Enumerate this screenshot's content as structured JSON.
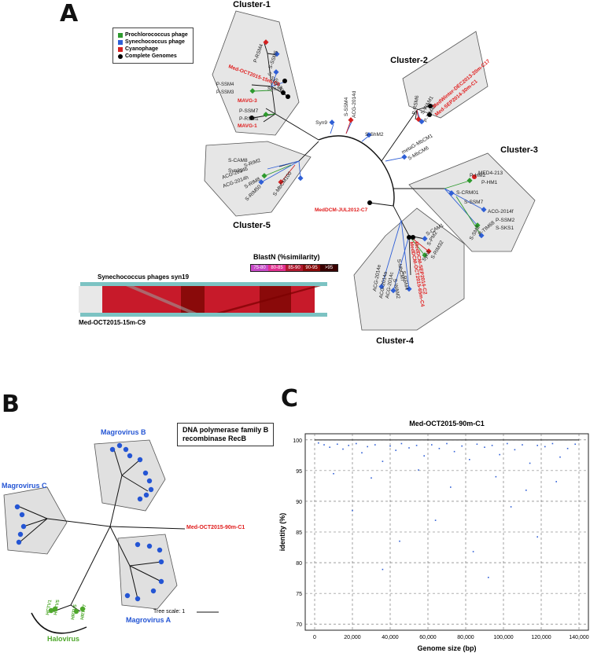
{
  "panels": {
    "a": "A",
    "b": "B",
    "c": "C"
  },
  "legend": {
    "items": [
      {
        "label": "Prochlorococcus phage",
        "color": "#2e9a2e",
        "shape": "square"
      },
      {
        "label": "Synechococcus phage",
        "color": "#2f5fd6",
        "shape": "square"
      },
      {
        "label": "Cyanophage",
        "color": "#d42020",
        "shape": "square"
      },
      {
        "label": "Complete Genomes",
        "color": "#000000",
        "shape": "circle"
      }
    ]
  },
  "clusters": {
    "c1": "Cluster-1",
    "c2": "Cluster-2",
    "c3": "Cluster-3",
    "c4": "Cluster-4",
    "c5": "Cluster-5"
  },
  "tree_a": {
    "c1_leaves": [
      "P-RSM4",
      "S-SSM5",
      "S-SM1",
      "Syn30",
      "Syn19",
      "Med-OCT2015-15m-C9",
      "P-SSM4",
      "P-SSM3",
      "MAVG-3",
      "P-SSM7",
      "P-RSM1",
      "MAVG-1"
    ],
    "c2_leaves": [
      "P-RSM6",
      "S-WAM1",
      "P-TIM40",
      "MedWinter-DEC2013-20m-C17",
      "Med-SEP2014-30m-C1"
    ],
    "c5_leaves": [
      "S-CAM8",
      "Syn33",
      "S-RIM2",
      "ACG-2014b",
      "ACG-2014h",
      "S-RIM8",
      "S-RIM50",
      "S-MbCM100"
    ],
    "c3_leaves": [
      "P-HM2",
      "MED4-213",
      "P-HM1",
      "S-CRM01",
      "S-SSM7",
      "ACG-2014f",
      "P-SSM2",
      "S-SKS1",
      "P-TIM68",
      "S-SM2"
    ],
    "c4_leaves": [
      "S-CAM1",
      "S-PM2",
      "Syn1",
      "S-RIM32",
      "MedDCM-OCT2015-65m-C4",
      "MedDCM-SEP2014-C2",
      "S-MbCM7",
      "S-RSM4",
      "S-WAM2",
      "ACG-2014e",
      "ACG-2014a",
      "ACG-2014c"
    ],
    "mid_leaves": [
      "Syn9",
      "S-SSM4",
      "ACG-2014d",
      "S-ShM2",
      "metaG-MbCM1",
      "S-MbCM6"
    ],
    "lone": "MedDCM-JUL2012-C7"
  },
  "blast": {
    "title": "BlastN (%similarity)",
    "bins": [
      {
        "label": "75-80",
        "color": "#c74ac7"
      },
      {
        "label": "80-85",
        "color": "#e0308f"
      },
      {
        "label": "85-90",
        "color": "#b01a30"
      },
      {
        "label": "90-95",
        "color": "#8a0a0a"
      },
      {
        "label": ">95",
        "color": "#3a0000"
      }
    ],
    "top_label": "Synechococcus phages syn19",
    "bottom_label": "Med-OCT2015-15m-C9"
  },
  "panel_b": {
    "box_line1": "DNA polymerase family B",
    "box_line2": "recombinase RecB",
    "groups": {
      "b": "Magrovirus B",
      "c": "Magrovirus C",
      "a": "Magrovirus A",
      "halo": "Halovirus"
    },
    "halo_leaves": [
      "HCTV1",
      "HCTV5",
      "HRTV5",
      "HRTV7"
    ],
    "query": "Med-OCT2015-90m-C1",
    "scale": "Tree scale: 1"
  },
  "panel_c": {
    "chart_data": {
      "type": "scatter",
      "title": "Med-OCT2015-90m-C1",
      "xlabel": "Genome size (bp)",
      "ylabel": "identity (%)",
      "xlim": [
        -5000,
        145000
      ],
      "ylim": [
        69,
        101
      ],
      "xticks": [
        "0",
        "20,000",
        "40,000",
        "60,000",
        "80,000",
        "100,000",
        "120,000",
        "140,000"
      ],
      "xtick_values": [
        0,
        20000,
        40000,
        60000,
        80000,
        100000,
        120000,
        140000
      ],
      "yticks": [
        70,
        75,
        80,
        85,
        90,
        95,
        100
      ],
      "grid": true,
      "series": [
        {
          "color": "#2f5fd6",
          "points": [
            [
              2000,
              99.5
            ],
            [
              5000,
              99.2
            ],
            [
              8000,
              98.8
            ],
            [
              12000,
              99.3
            ],
            [
              15000,
              98.5
            ],
            [
              18000,
              99.1
            ],
            [
              22000,
              99.4
            ],
            [
              25000,
              97.9
            ],
            [
              28000,
              98.9
            ],
            [
              32000,
              99.2
            ],
            [
              36000,
              96.5
            ],
            [
              40000,
              99.0
            ],
            [
              43000,
              98.3
            ],
            [
              46000,
              99.4
            ],
            [
              50000,
              98.7
            ],
            [
              54000,
              99.1
            ],
            [
              58000,
              97.4
            ],
            [
              62000,
              99.2
            ],
            [
              66000,
              98.6
            ],
            [
              70000,
              99.4
            ],
            [
              74000,
              98.1
            ],
            [
              78000,
              99.0
            ],
            [
              82000,
              96.8
            ],
            [
              86000,
              99.3
            ],
            [
              90000,
              98.8
            ],
            [
              94000,
              99.1
            ],
            [
              98000,
              97.6
            ],
            [
              102000,
              99.4
            ],
            [
              106000,
              98.4
            ],
            [
              110000,
              99.2
            ],
            [
              114000,
              96.2
            ],
            [
              118000,
              99.1
            ],
            [
              122000,
              98.9
            ],
            [
              126000,
              99.4
            ],
            [
              130000,
              97.2
            ],
            [
              134000,
              98.6
            ],
            [
              138000,
              99.3
            ],
            [
              10000,
              94.5
            ],
            [
              30000,
              93.8
            ],
            [
              55000,
              95.1
            ],
            [
              72000,
              92.3
            ],
            [
              96000,
              94.0
            ],
            [
              112000,
              91.8
            ],
            [
              128000,
              93.2
            ],
            [
              20000,
              88.5
            ],
            [
              64000,
              86.9
            ],
            [
              104000,
              89.1
            ],
            [
              45000,
              83.5
            ],
            [
              84000,
              81.8
            ],
            [
              118000,
              84.2
            ],
            [
              36000,
              78.9
            ],
            [
              92000,
              77.6
            ]
          ]
        }
      ],
      "reference_line": 100
    }
  }
}
